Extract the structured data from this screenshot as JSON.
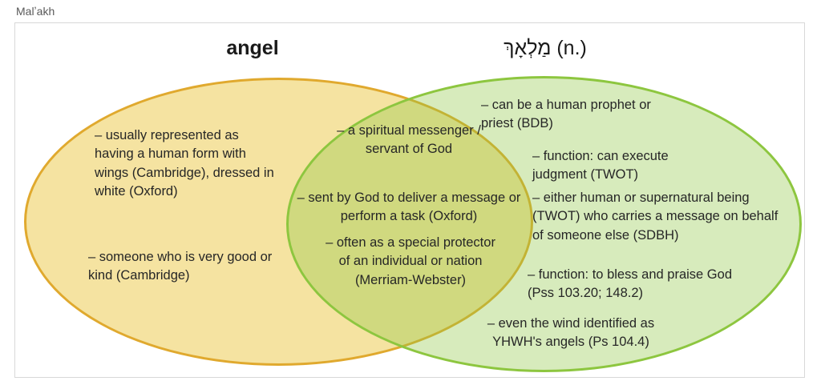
{
  "page": {
    "label": "Malʼakh"
  },
  "diagram": {
    "left": {
      "title": "angel",
      "items": [
        "– usually represented as having a human form with wings (Cambridge), dressed in white (Oxford)",
        "– someone who is very good or kind (Cambridge)"
      ]
    },
    "overlap": {
      "items": [
        "– a spiritual messenger / servant of God",
        "– sent by God to deliver a message or perform a task (Oxford)",
        "– often as a special protector of an individual or nation (Merriam-Webster)"
      ]
    },
    "right": {
      "title": "מַלְאָךְ  (n.)",
      "items": [
        "– can be a human prophet or priest (BDB)",
        "– function: can execute judgment (TWOT)",
        "– either human or supernatural being (TWOT) who carries a message on behalf of someone else (SDBH)",
        "– function: to bless and praise God (Pss 103.20; 148.2)",
        "– even the wind identified as YHWH's angels (Ps 104.4)"
      ]
    },
    "colors": {
      "left_border": "#e0a92e",
      "left_fill": "#f5e3a1",
      "right_border": "#8dc63f",
      "right_fill": "#d7ebbc",
      "overlap_fill": "#d0d87e",
      "text": "#262626",
      "frame_border": "#d8d8d8"
    }
  }
}
